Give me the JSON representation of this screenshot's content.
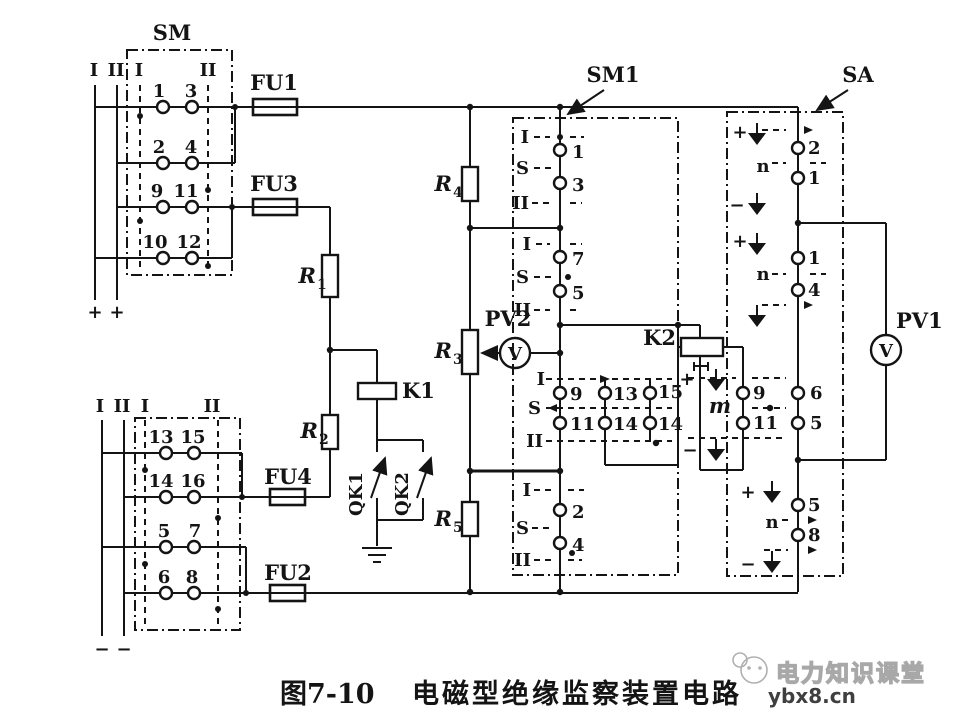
{
  "caption": {
    "number": "图7-10",
    "title": "电磁型绝缘监察装置电路"
  },
  "watermark": {
    "brand": "电力知识课堂",
    "site": "ybx8.cn"
  },
  "colors": {
    "ink": "#141414",
    "paper": "#ffffff",
    "watermark_gray": "#a8a8a8"
  },
  "bus_top": {
    "labels": [
      "I",
      "II"
    ],
    "polarity": "+"
  },
  "bus_bottom": {
    "labels": [
      "I",
      "II"
    ],
    "polarity": "−"
  },
  "sm_top": {
    "label": "SM",
    "rails": [
      "I",
      "II"
    ],
    "terminals": [
      "1",
      "3",
      "2",
      "4",
      "9",
      "11",
      "10",
      "12"
    ]
  },
  "sm_bottom": {
    "rails": [
      "I",
      "II"
    ],
    "terminals": [
      "13",
      "15",
      "14",
      "16",
      "5",
      "7",
      "6",
      "8"
    ]
  },
  "fuses": {
    "fu1": "FU1",
    "fu2": "FU2",
    "fu3": "FU3",
    "fu4": "FU4"
  },
  "resistors": {
    "r1": {
      "b": "R",
      "s": "1"
    },
    "r2": {
      "b": "R",
      "s": "2"
    },
    "r3": {
      "b": "R",
      "s": "3"
    },
    "r4": {
      "b": "R",
      "s": "4"
    },
    "r5": {
      "b": "R",
      "s": "5"
    }
  },
  "relays": {
    "k1": "K1",
    "k2": "K2"
  },
  "knife_switches": {
    "qk1": "QK1",
    "qk2": "QK2"
  },
  "meters": {
    "pv1": "PV1",
    "pv2": "PV2",
    "dial": "V"
  },
  "sm1": {
    "label": "SM1",
    "row_i": "I",
    "row_s": "S",
    "row_ii": "II",
    "g1": [
      "1",
      "3"
    ],
    "g2": [
      "7",
      "5"
    ],
    "g3_top": [
      "9",
      "13",
      "15"
    ],
    "g3_bot": [
      "11",
      "14",
      "14"
    ],
    "g4": [
      "2",
      "4"
    ]
  },
  "sa": {
    "label": "SA",
    "pos_plus": "+",
    "pos_minus": "−",
    "pos_n": "n",
    "m": "m",
    "left": [
      "9",
      "11"
    ],
    "col": [
      "2",
      "1",
      "1",
      "4",
      "6",
      "5",
      "5",
      "8"
    ]
  }
}
